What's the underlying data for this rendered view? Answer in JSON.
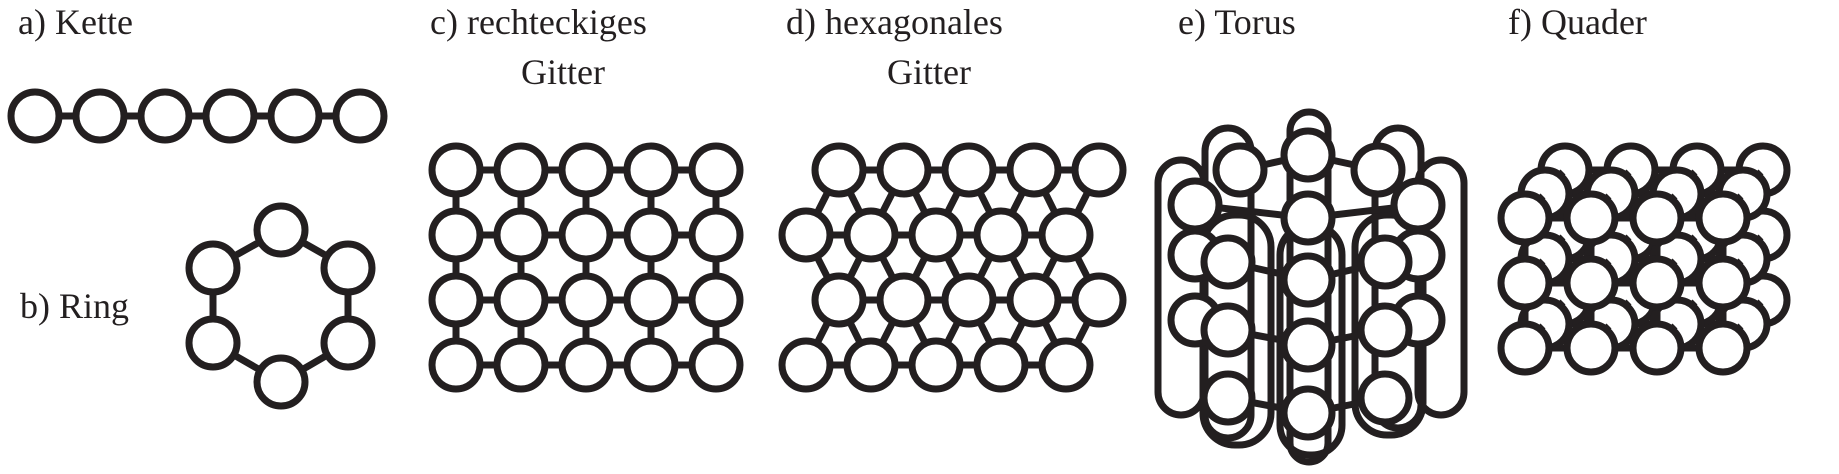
{
  "labels": {
    "a": "a) Kette",
    "b": "b) Ring",
    "c_line1": "c) rechteckiges",
    "c_line2": "Gitter",
    "d_line1": "d) hexagonales",
    "d_line2": "Gitter",
    "e": "e) Torus",
    "f": "f) Quader"
  },
  "structures": {
    "chain": {
      "nodes": 6
    },
    "ring": {
      "nodes": 6
    },
    "rect_grid": {
      "rows": 4,
      "cols": 5
    },
    "hex_grid": {
      "rows": 4,
      "cols": 5
    },
    "torus": {
      "rings": 4
    },
    "cuboid": {
      "layers": 3,
      "rows": 3,
      "cols": 4
    }
  },
  "colors": {
    "stroke": "#231f20",
    "fill": "#ffffff"
  }
}
